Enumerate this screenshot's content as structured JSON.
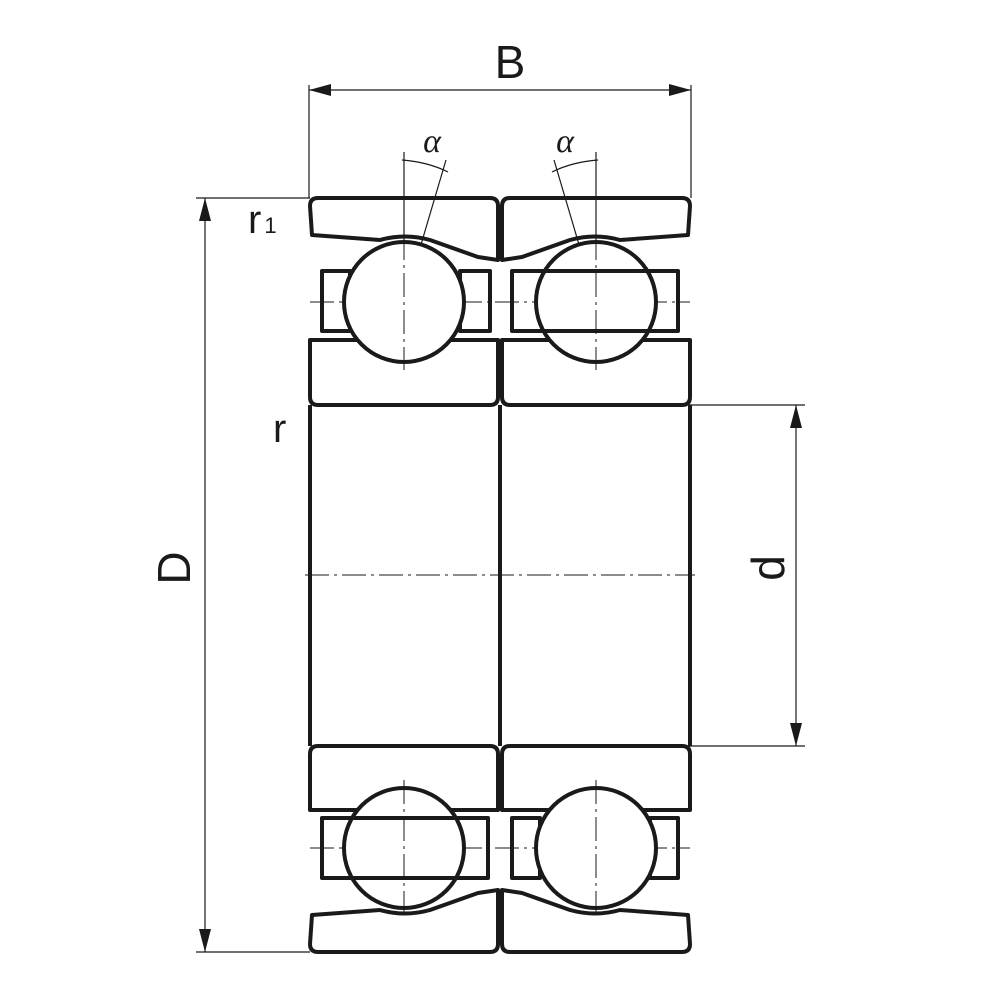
{
  "diagram": {
    "labels": {
      "width": "B",
      "outer_diameter": "D",
      "bore_diameter": "d",
      "fillet_radius": "r",
      "fillet_radius_1": "r",
      "fillet_radius_1_subscript": "1",
      "contact_angle_left": "α",
      "contact_angle_right": "α"
    },
    "colors": {
      "line": "#1a1a1a",
      "background": "#ffffff"
    }
  }
}
